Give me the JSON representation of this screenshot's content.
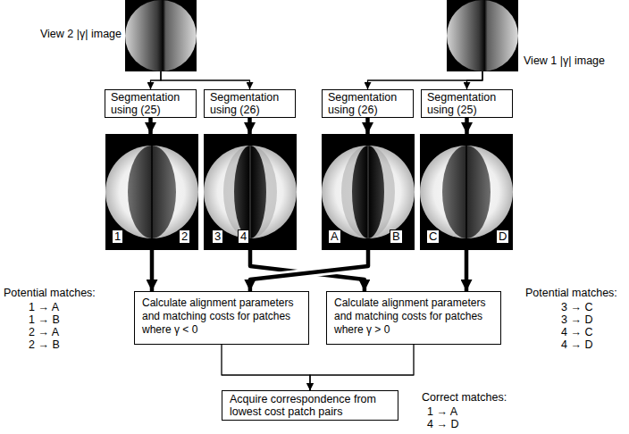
{
  "diagram": {
    "nodes": [
      {
        "text": [
          "View 2 |γ| image"
        ]
      },
      {
        "text": [
          "View 1 |γ| image"
        ]
      },
      {
        "text": [
          "Segmentation using (25)"
        ]
      },
      {
        "text": [
          "Segmentation using (26)"
        ]
      },
      {
        "text": [
          "Segmentation using (26)"
        ]
      },
      {
        "text": [
          "Segmentation using (25)"
        ]
      },
      {
        "text": [
          "1",
          "2"
        ]
      },
      {
        "text": [
          "3",
          "4"
        ]
      },
      {
        "text": [
          "A",
          "B"
        ]
      },
      {
        "text": [
          "C",
          "D"
        ]
      },
      {
        "text": [
          "Calculate alignment parameters and matching costs for patches where γ < 0"
        ]
      },
      {
        "text": [
          "Calculate alignment parameters and matching costs for patches where γ > 0"
        ]
      },
      {
        "text": [
          "Acquire correspondence from lowest cost patch pairs"
        ]
      }
    ],
    "edges": [
      {
        "from": 0,
        "to": 2,
        "arrow": "to"
      },
      {
        "from": 0,
        "to": 3,
        "arrow": "to"
      },
      {
        "from": 1,
        "to": 4,
        "arrow": "to"
      },
      {
        "from": 1,
        "to": 5,
        "arrow": "to"
      },
      {
        "from": 2,
        "to": 6,
        "arrow": "to"
      },
      {
        "from": 3,
        "to": 7,
        "arrow": "to"
      },
      {
        "from": 4,
        "to": 8,
        "arrow": "to"
      },
      {
        "from": 5,
        "to": 9,
        "arrow": "to"
      },
      {
        "from": 6,
        "to": 10,
        "arrow": "to"
      },
      {
        "from": 7,
        "to": 11,
        "arrow": "to"
      },
      {
        "from": 8,
        "to": 10,
        "arrow": "to"
      },
      {
        "from": 9,
        "to": 11,
        "arrow": "to"
      },
      {
        "from": 10,
        "to": 12,
        "arrow": "to"
      },
      {
        "from": 11,
        "to": 12,
        "arrow": "to"
      }
    ],
    "labels": [
      "Potential matches:",
      "1 → A",
      "1 → B",
      "2 → A",
      "2 → B",
      "Potential matches:",
      "3 → C",
      "3 → D",
      "4 → C",
      "4 → D",
      "Correct matches:",
      "1 → A",
      "4 → D"
    ]
  }
}
